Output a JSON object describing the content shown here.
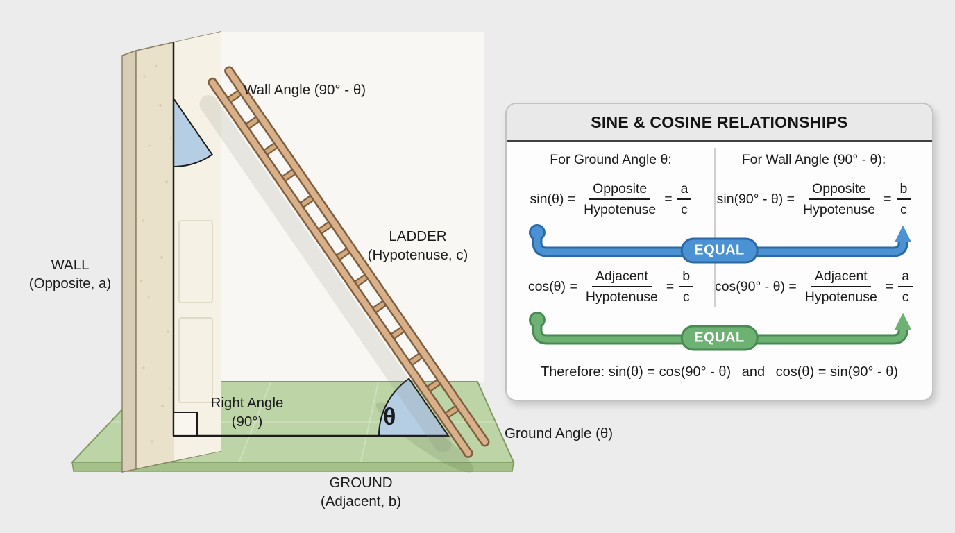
{
  "diagram": {
    "wall_angle_label": "Wall Angle (90° - θ)",
    "wall_label": {
      "line1": "WALL",
      "line2": "(Opposite, a)"
    },
    "ladder_label": {
      "line1": "LADDER",
      "line2": "(Hypotenuse, c)"
    },
    "right_angle_label": {
      "line1": "Right Angle",
      "line2": "(90°)"
    },
    "theta_symbol": "θ",
    "ground_angle_label": "Ground Angle (θ)",
    "ground_label": {
      "line1": "GROUND",
      "line2": "(Adjacent, b)"
    }
  },
  "panel": {
    "title": "SINE & COSINE RELATIONSHIPS",
    "columns": {
      "left_heading": "For Ground Angle θ:",
      "right_heading": "For Wall Angle (90° - θ):"
    },
    "formulas": {
      "sin_left": {
        "lhs": "sin(θ) =",
        "num": "Opposite",
        "den": "Hypotenuse",
        "eq": "=",
        "snum": "a",
        "sden": "c"
      },
      "sin_right": {
        "lhs": "sin(90° - θ) =",
        "num": "Opposite",
        "den": "Hypotenuse",
        "eq": "=",
        "snum": "b",
        "sden": "c"
      },
      "cos_left": {
        "lhs": "cos(θ) =",
        "num": "Adjacent",
        "den": "Hypotenuse",
        "eq": "=",
        "snum": "b",
        "sden": "c"
      },
      "cos_right": {
        "lhs": "cos(90° - θ) =",
        "num": "Adjacent",
        "den": "Hypotenuse",
        "eq": "=",
        "snum": "a",
        "sden": "c"
      }
    },
    "equal_badge": "EQUAL",
    "therefore": "Therefore: sin(θ) = cos(90° - θ)  and  cos(θ) = sin(90° - θ)",
    "colors": {
      "blue": "#4a92d3",
      "blue_dark": "#2d68a3",
      "green": "#6db173",
      "green_dark": "#498a54",
      "angle_fill": "#b6cee3",
      "ground_green": "#bdd5a6",
      "wall_cream": "#e9e1ca",
      "ladder_wood": "#d8b089"
    }
  }
}
